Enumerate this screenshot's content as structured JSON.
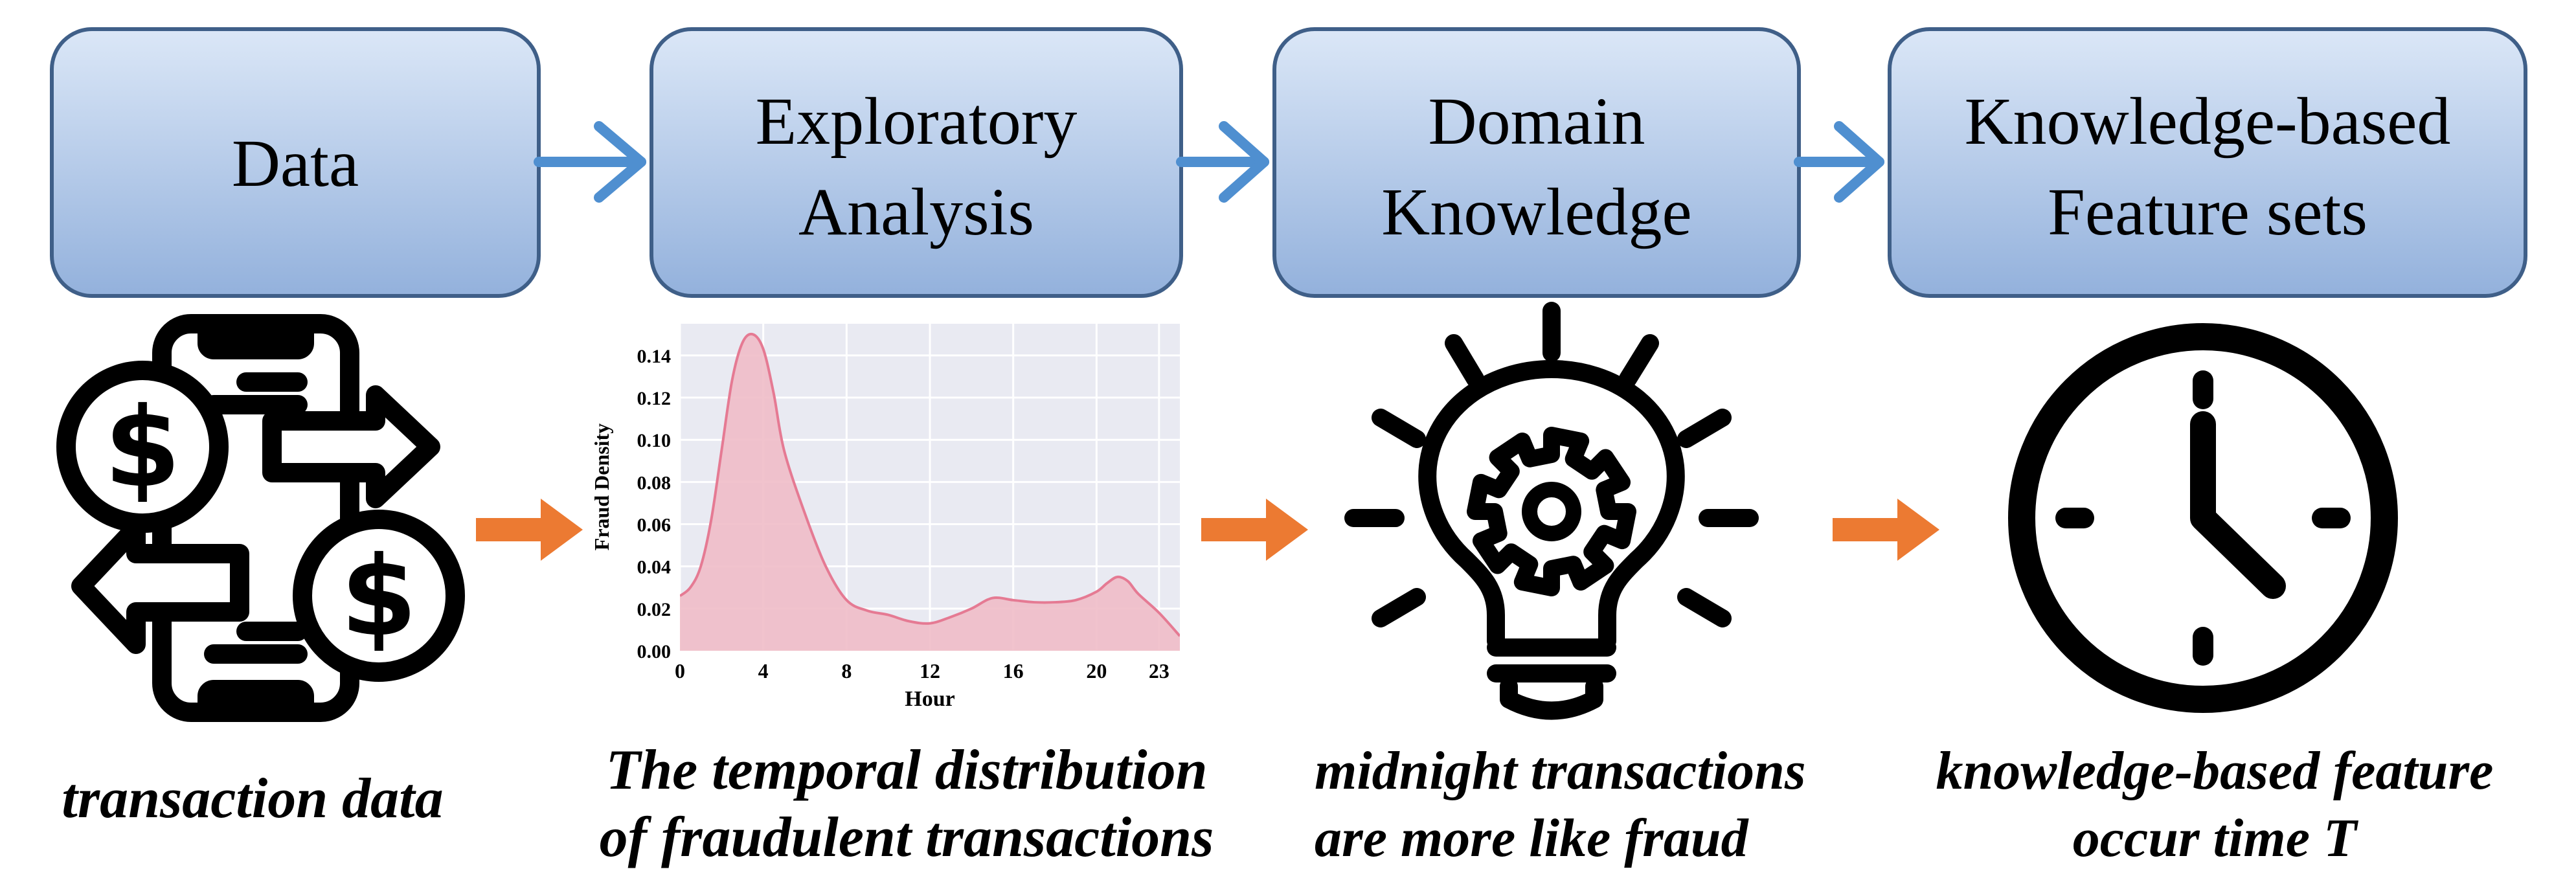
{
  "steps": [
    {
      "line1": "Data",
      "line2": ""
    },
    {
      "line1": "Exploratory",
      "line2": "Analysis"
    },
    {
      "line1": "Domain",
      "line2": "Knowledge"
    },
    {
      "line1": "Knowledge-based",
      "line2": "Feature sets"
    }
  ],
  "captions": [
    {
      "line1": "transaction data",
      "line2": ""
    },
    {
      "line1": "The temporal distribution",
      "line2": "of fraudulent transactions"
    },
    {
      "line1": "midnight transactions",
      "line2": "are more like fraud"
    },
    {
      "line1": "knowledge-based feature",
      "line2": "occur time T"
    }
  ],
  "icons": {
    "transaction": "money-transfer-phone-icon",
    "insight": "lightbulb-gear-icon",
    "time": "clock-icon"
  },
  "colors": {
    "box_top": "#dbe7f7",
    "box_bottom": "#93b1dc",
    "box_border": "#3f5f88",
    "blue_arrow": "#4f8fd0",
    "orange_arrow": "#ec7a32",
    "chart_bg": "#e9eaf2",
    "chart_fill": "#f0bcc8",
    "chart_line": "#e57a93"
  },
  "chart_data": {
    "type": "area",
    "xlabel": "Hour",
    "ylabel": "Fraud Density",
    "xticks": [
      0,
      4,
      8,
      12,
      16,
      20,
      23
    ],
    "yticks": [
      "0.00",
      "0.02",
      "0.04",
      "0.06",
      "0.08",
      "0.10",
      "0.12",
      "0.14"
    ],
    "xlim": [
      0,
      24
    ],
    "ylim": [
      0,
      0.155
    ],
    "grid": true,
    "x": [
      0,
      0.5,
      1,
      1.5,
      2,
      2.5,
      3,
      3.5,
      4,
      4.5,
      5,
      6,
      7,
      8,
      9,
      10,
      11,
      12,
      13,
      14,
      15,
      16,
      17,
      18,
      19,
      20,
      20.5,
      21,
      21.5,
      22,
      23,
      24
    ],
    "y": [
      0.026,
      0.03,
      0.04,
      0.062,
      0.095,
      0.128,
      0.146,
      0.15,
      0.143,
      0.122,
      0.095,
      0.065,
      0.04,
      0.024,
      0.019,
      0.017,
      0.014,
      0.013,
      0.016,
      0.02,
      0.025,
      0.024,
      0.023,
      0.023,
      0.024,
      0.028,
      0.032,
      0.035,
      0.033,
      0.027,
      0.018,
      0.007
    ]
  }
}
